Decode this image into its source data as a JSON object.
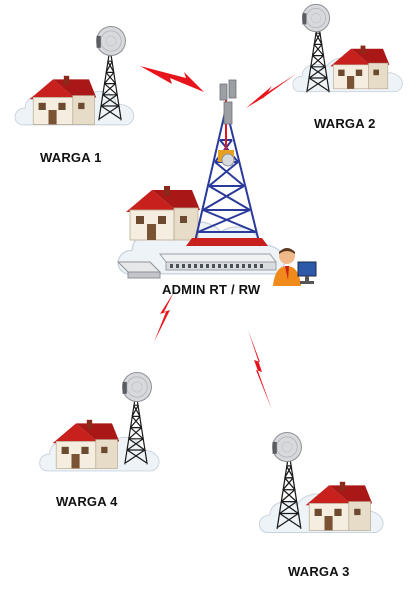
{
  "nodes": {
    "warga1": {
      "label": "WARGA 1"
    },
    "warga2": {
      "label": "WARGA 2"
    },
    "warga3": {
      "label": "WARGA 3"
    },
    "warga4": {
      "label": "WARGA 4"
    },
    "admin": {
      "label": "ADMIN RT / RW"
    }
  },
  "colors": {
    "lightning": "#e8141b",
    "roof": "#c8201c",
    "wall": "#f4ede0",
    "cloud": "#eef3f8",
    "tower_dark": "#1a1a1a",
    "main_tower": "#2a3a9a"
  },
  "icons": [
    "house-icon",
    "antenna-tower-icon",
    "dish-antenna-icon",
    "lightning-link-icon",
    "network-switch-icon",
    "router-icon",
    "admin-user-icon",
    "computer-icon",
    "cloud-icon"
  ]
}
